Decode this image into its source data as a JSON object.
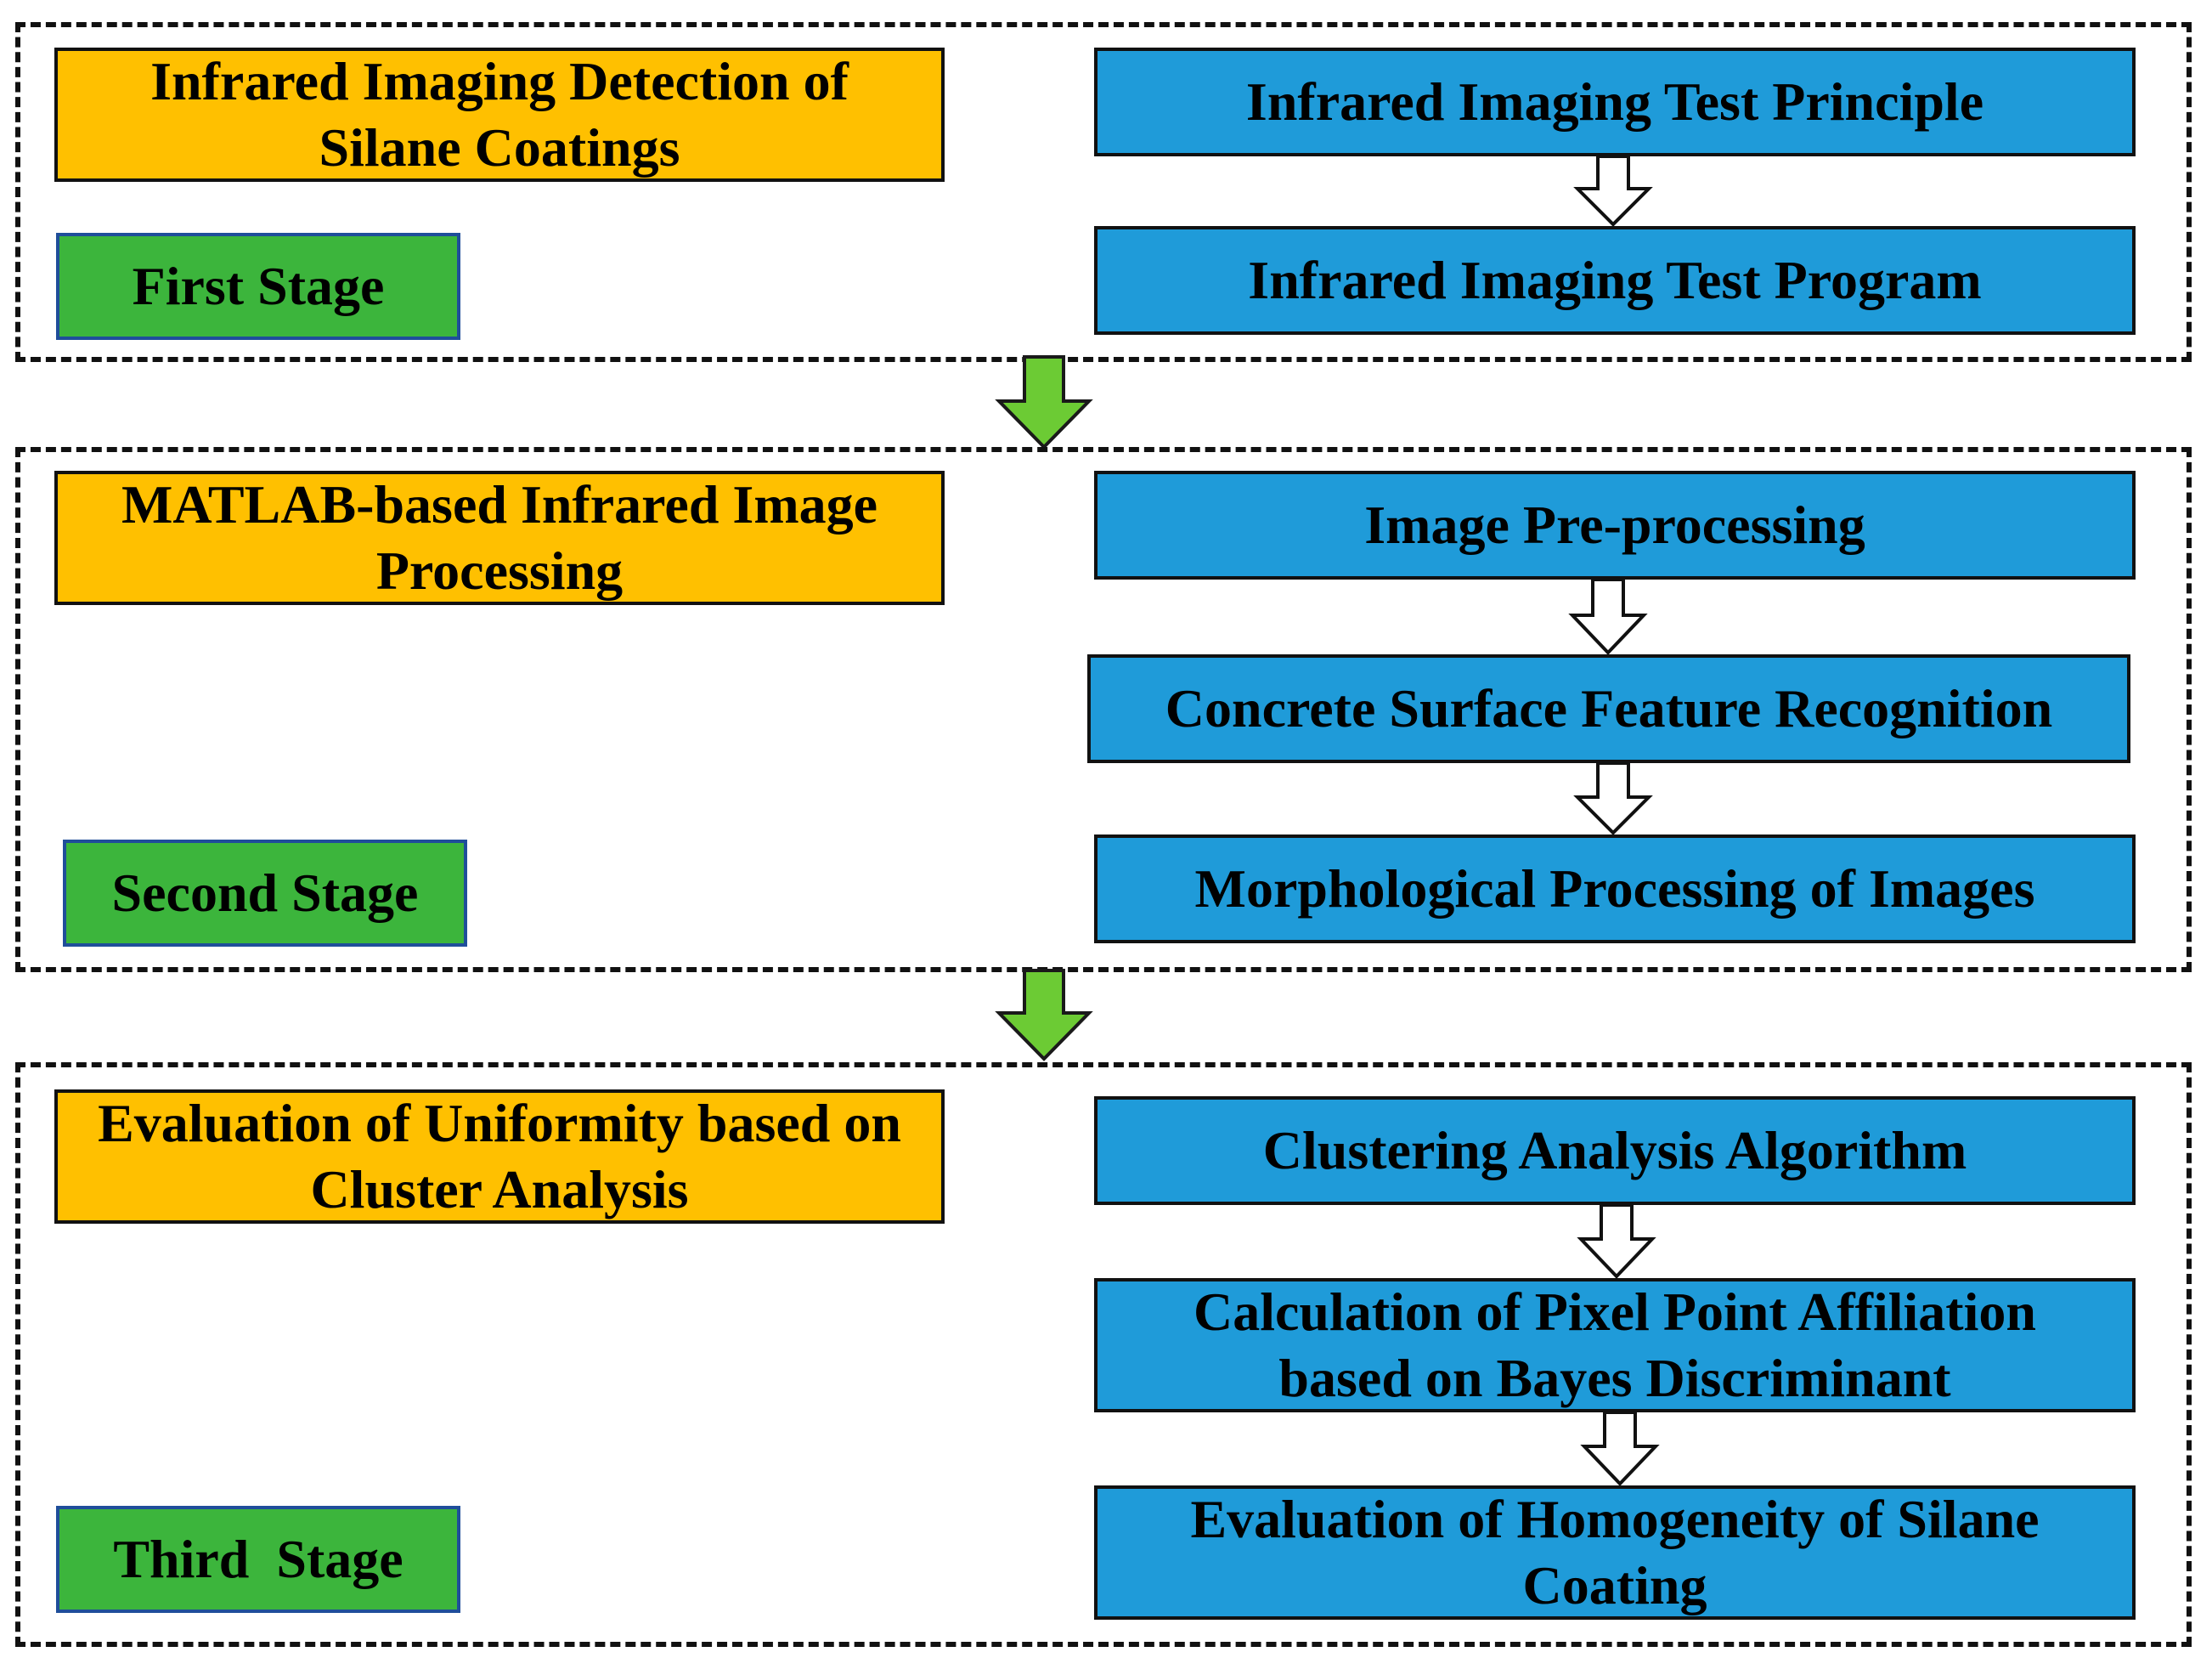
{
  "colors": {
    "title_fill": "#FFC000",
    "step_fill": "#1F9BD9",
    "label_fill": "#3CB53C",
    "connector_fill": "#6CCB34"
  },
  "stages": [
    {
      "title": "Infrared Imaging Detection of Silane Coatings",
      "label": "First Stage",
      "steps": [
        "Infrared Imaging Test Principle",
        "Infrared Imaging Test Program"
      ]
    },
    {
      "title": "MATLAB-based Infrared Image Processing",
      "label": "Second Stage",
      "steps": [
        "Image Pre-processing",
        "Concrete Surface Feature Recognition",
        "Morphological Processing of Images"
      ]
    },
    {
      "title": "Evaluation of Uniformity based on Cluster Analysis",
      "label": "Third  Stage",
      "steps": [
        "Clustering Analysis Algorithm",
        "Calculation of Pixel Point Affiliation based on Bayes Discriminant",
        "Evaluation of Homogeneity of Silane Coating"
      ]
    }
  ]
}
